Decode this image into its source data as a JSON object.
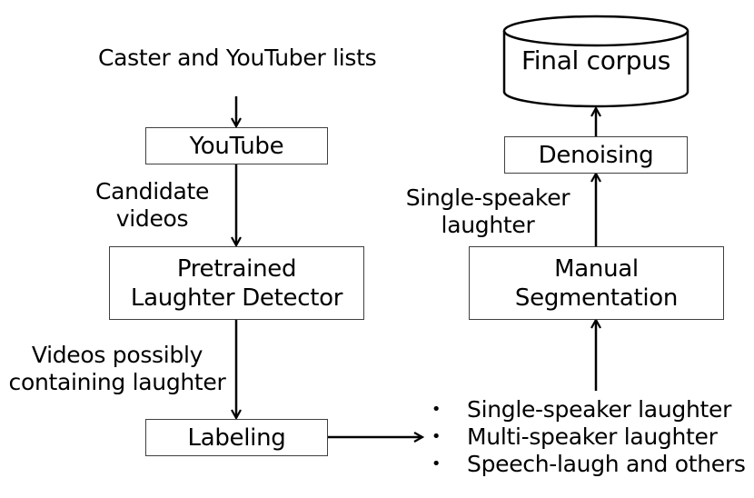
{
  "diagram": {
    "type": "flowchart",
    "source_label": "Caster and YouTuber lists",
    "nodes": {
      "youtube": "YouTube",
      "pretrained_detector": [
        "Pretrained",
        "Laughter Detector"
      ],
      "labeling": "Labeling",
      "manual_segmentation": [
        "Manual",
        "Segmentation"
      ],
      "denoising": "Denoising",
      "final_corpus": "Final corpus"
    },
    "edge_labels": {
      "candidate_videos": [
        "Candidate",
        "videos"
      ],
      "videos_possibly_laughter": [
        "Videos possibly",
        "containing laughter"
      ],
      "single_speaker_laughter": [
        "Single-speaker",
        "laughter"
      ]
    },
    "label_categories": [
      "Single-speaker laughter",
      "Multi-speaker laughter",
      "Speech-laugh and others"
    ],
    "bullet_glyph": "•",
    "edges": [
      {
        "from": "source_label",
        "to": "youtube"
      },
      {
        "from": "youtube",
        "to": "pretrained_detector",
        "label": "candidate_videos"
      },
      {
        "from": "pretrained_detector",
        "to": "labeling",
        "label": "videos_possibly_laughter"
      },
      {
        "from": "labeling",
        "to": "label_categories"
      },
      {
        "from": "label_categories",
        "to": "manual_segmentation"
      },
      {
        "from": "manual_segmentation",
        "to": "denoising",
        "label": "single_speaker_laughter"
      },
      {
        "from": "denoising",
        "to": "final_corpus"
      }
    ]
  }
}
